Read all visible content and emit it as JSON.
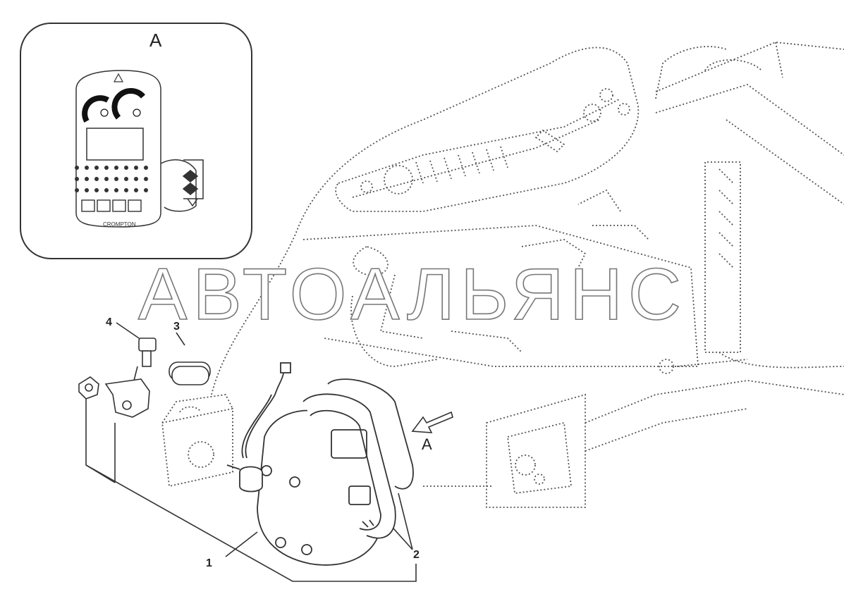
{
  "inset": {
    "label": "A",
    "display_brand": "CROMPTON"
  },
  "view_arrow_label": "A",
  "watermark": "АВТОАЛЬЯНС",
  "callouts": [
    {
      "id": "1",
      "text": "1"
    },
    {
      "id": "2",
      "text": "2"
    },
    {
      "id": "3",
      "text": "3"
    },
    {
      "id": "4",
      "text": "4"
    }
  ],
  "colors": {
    "line": "#333333",
    "dotted": "#555555",
    "gauge": "#111111"
  },
  "icons": [
    "warning-triangle-icon",
    "gauge-icon",
    "indicator-lamp-icons",
    "button-icons"
  ]
}
